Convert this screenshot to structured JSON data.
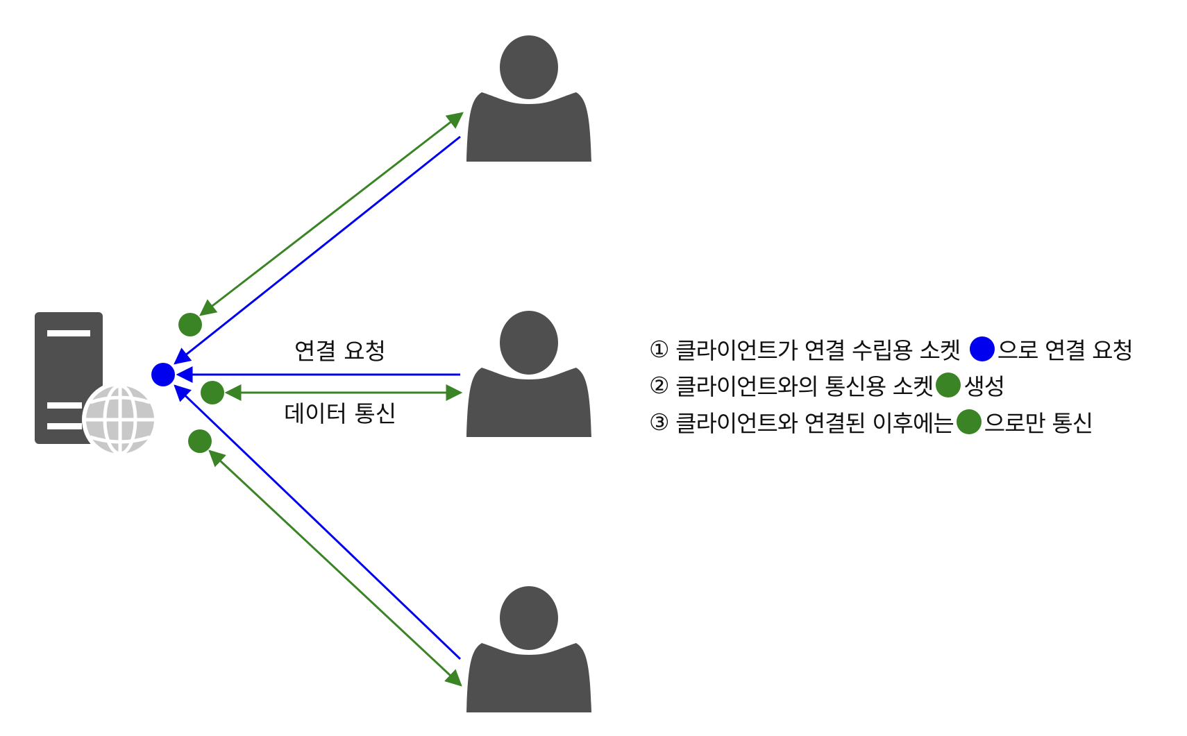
{
  "colors": {
    "listen": "#0000ee",
    "conn": "#3a8425",
    "icon": "#4f4f4f",
    "globe": "#c8c8c8"
  },
  "labels": {
    "connect_request": "연결 요청",
    "data_comm": "데이터 통신"
  },
  "legend": [
    {
      "num": "①",
      "before": "클라이언트가 연결 수립용 소켓",
      "dot": "listen",
      "after": "으로 연결 요청"
    },
    {
      "num": "②",
      "before": "클라이언트와의 통신용 소켓",
      "dot": "conn",
      "after": "생성"
    },
    {
      "num": "③",
      "before": "클라이언트와 연결된 이후에는",
      "dot": "conn",
      "after": "으로만 통신"
    }
  ],
  "icons": {
    "server": "server-globe-icon",
    "client": "person-icon"
  }
}
